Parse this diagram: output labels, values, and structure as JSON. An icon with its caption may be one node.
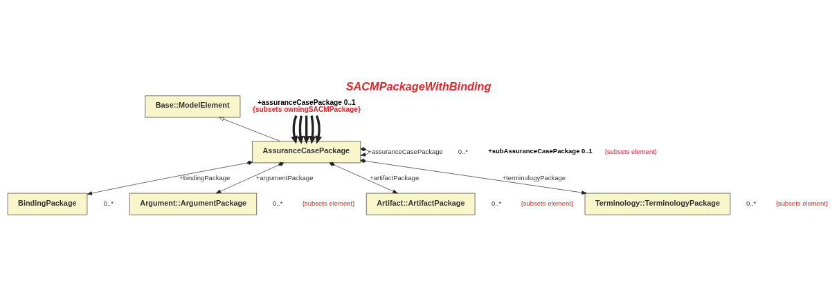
{
  "diagram": {
    "title": "SACMPackageWithBinding",
    "nodes": [
      {
        "text": [
          "Base::ModelElement"
        ]
      },
      {
        "text": [
          "AssuranceCasePackage"
        ]
      },
      {
        "text": [
          "BindingPackage"
        ]
      },
      {
        "text": [
          "Argument::ArgumentPackage"
        ]
      },
      {
        "text": [
          "Artifact::ArtifactPackage"
        ]
      },
      {
        "text": [
          "Terminology::TerminologyPackage"
        ]
      },
      {
        "text": [
          "+assuranceCasePackage 0..1",
          "{subsets owningSACMPackage}"
        ]
      }
    ],
    "edges": [
      {
        "from": 1,
        "to": 0,
        "arrow": "to"
      },
      {
        "from": 1,
        "to": 1,
        "arrow": "to",
        "label": "+assuranceCasePackage"
      },
      {
        "from": 1,
        "to": 2,
        "arrow": "to",
        "label": "+bindingPackage"
      },
      {
        "from": 1,
        "to": 3,
        "arrow": "to",
        "label": "+argumentPackage"
      },
      {
        "from": 1,
        "to": 4,
        "arrow": "to",
        "label": "+artifactPackage"
      },
      {
        "from": 1,
        "to": 5,
        "arrow": "to",
        "label": "+terminologyPackage"
      },
      {
        "from": 6,
        "to": 1,
        "arrow": "to",
        "style": "thick"
      },
      {
        "from": 6,
        "to": 1,
        "arrow": "to",
        "style": "thick"
      },
      {
        "from": 6,
        "to": 1,
        "arrow": "to",
        "style": "thick"
      },
      {
        "from": 6,
        "to": 1,
        "arrow": "to",
        "style": "thick"
      },
      {
        "from": 6,
        "to": 1,
        "arrow": "to",
        "style": "thick"
      }
    ],
    "labels": [
      "0..*",
      "+subAssuranceCasePackage 0..1",
      "{subsets element}",
      "0..*",
      "0..*",
      "{subsets element}",
      "0..*",
      "{subsets element}",
      "0..*",
      "{subsets element}"
    ]
  }
}
